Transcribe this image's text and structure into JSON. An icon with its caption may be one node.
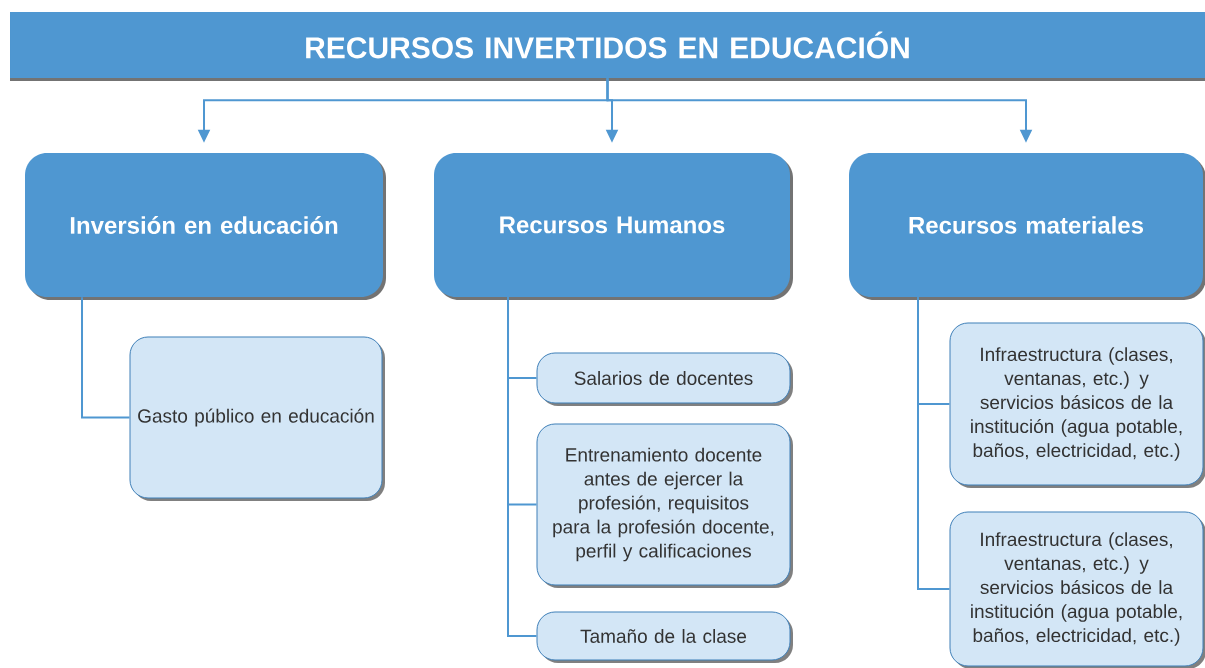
{
  "diagram": {
    "nodes": [
      {
        "text": [
          "RECURSOS INVERTIDOS EN EDUCACIÓN"
        ]
      },
      {
        "text": [
          "Inversión en educación"
        ]
      },
      {
        "text": [
          "Recursos Humanos"
        ]
      },
      {
        "text": [
          "Recursos materiales"
        ]
      },
      {
        "text": [
          "Gasto público en educación"
        ]
      },
      {
        "text": [
          "Salarios de docentes"
        ]
      },
      {
        "text": [
          "Entrenamiento docente antes de ejercer la profesión, requisitos para la profesión docente, perfil y calificaciones"
        ]
      },
      {
        "text": [
          "Tamaño de la clase"
        ]
      },
      {
        "text": [
          "Infraestructura (clases, ventanas, etc.) y servicios básicos de la institución (agua potable, baños, electricidad, etc.)"
        ]
      },
      {
        "text": [
          "Infraestructura (clases, ventanas, etc.) y servicios básicos de la institución (agua potable, baños, electricidad, etc.)"
        ]
      }
    ],
    "edges": [
      {
        "from": 0,
        "to": 1,
        "arrow": "to"
      },
      {
        "from": 0,
        "to": 2,
        "arrow": "to"
      },
      {
        "from": 0,
        "to": 3,
        "arrow": "to"
      },
      {
        "from": 1,
        "to": 4,
        "arrow": "none"
      },
      {
        "from": 2,
        "to": 5,
        "arrow": "none"
      },
      {
        "from": 2,
        "to": 6,
        "arrow": "none"
      },
      {
        "from": 2,
        "to": 7,
        "arrow": "none"
      },
      {
        "from": 3,
        "to": 8,
        "arrow": "none"
      },
      {
        "from": 3,
        "to": 9,
        "arrow": "none"
      }
    ]
  }
}
